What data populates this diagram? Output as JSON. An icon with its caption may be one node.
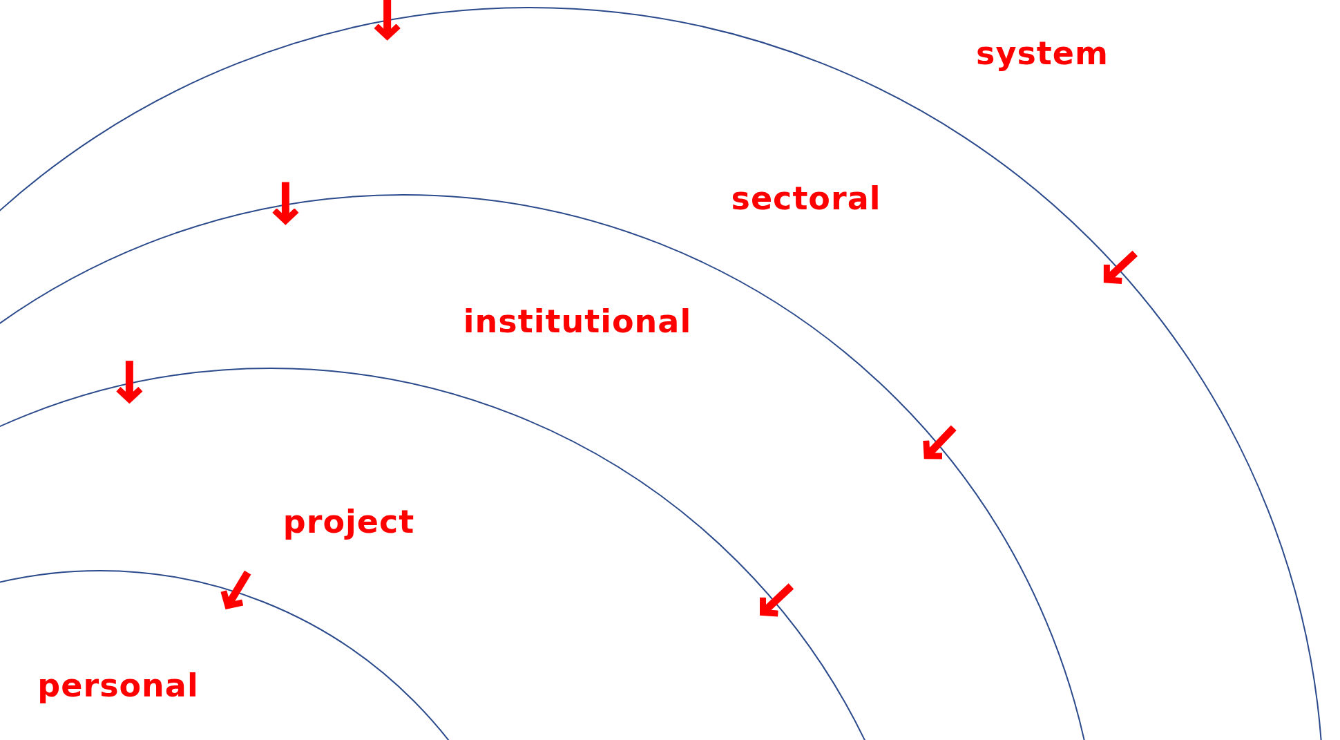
{
  "diagram": {
    "labels": [
      "system",
      "sectoral",
      "institutional",
      "project",
      "personal"
    ]
  }
}
